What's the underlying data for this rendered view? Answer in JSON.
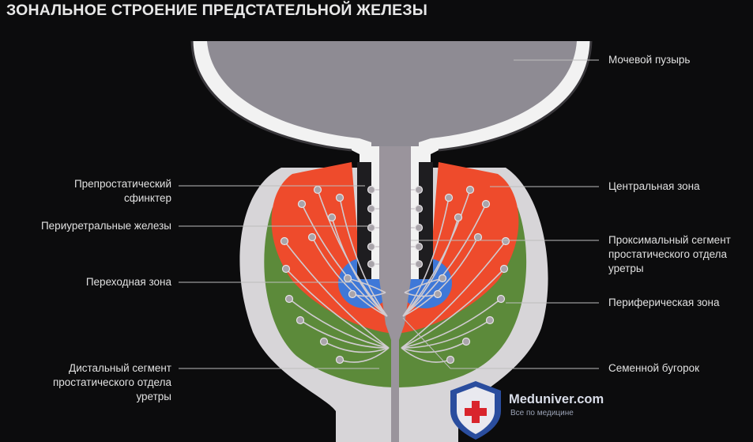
{
  "title": "ЗОНАЛЬНОЕ СТРОЕНИЕ ПРЕДСТАТЕЛЬНОЙ ЖЕЛЕЗЫ",
  "labels": {
    "bladder": "Мочевой пузырь",
    "preprostatic_sphincter": [
      "Препростатический",
      "сфинктер"
    ],
    "periurethral_glands": "Периуретральные железы",
    "transition_zone": "Переходная зона",
    "distal_segment": [
      "Дистальный сегмент",
      "простатического отдела",
      "уретры"
    ],
    "central_zone": "Центральная зона",
    "proximal_segment": [
      "Проксимальный сегмент",
      "простатического отдела",
      "уретры"
    ],
    "peripheral_zone": "Периферическая зона",
    "seminal_colliculus": "Семенной бугорок"
  },
  "logo": {
    "name": "Meduniver.com",
    "tagline": "Все по медицине"
  },
  "colors": {
    "background": "#0c0c0d",
    "bladder": "#8e8b93",
    "capsule": "#d7d5d8",
    "central_zone": "#ee4b2c",
    "peripheral_zone": "#5c8a3a",
    "transition_zone": "#3f78d8",
    "urethra": "#9a949c"
  }
}
